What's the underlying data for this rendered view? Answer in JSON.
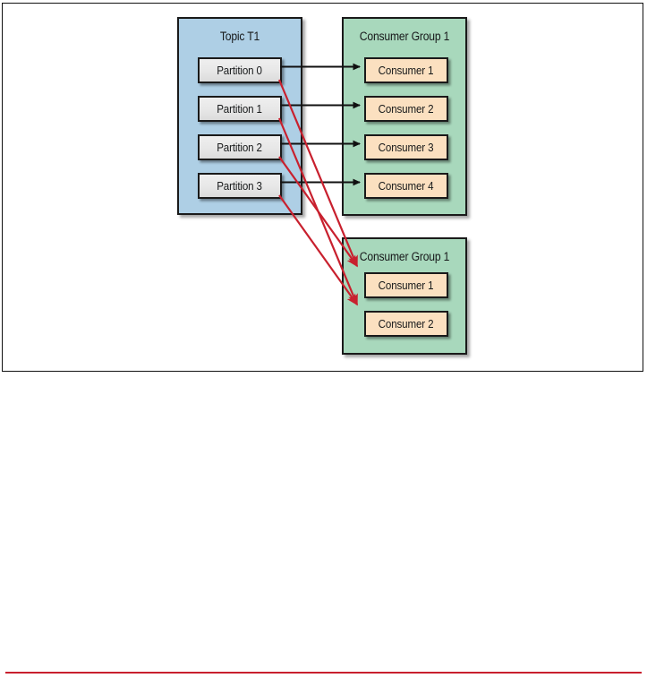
{
  "figure": {
    "colors": {
      "topic_fill": "#aecfe5",
      "group_fill": "#a8d8bc",
      "consumer_fill": "#fbe0c0",
      "partition_fill": "#e7e7e7",
      "box_stroke": "#1a1a1a",
      "black_arrow": "#111111",
      "red_arrow": "#c8202e",
      "bottom_rule": "#c8202e"
    },
    "topic": {
      "title": "Topic T1",
      "partitions": [
        {
          "label": "Partition 0"
        },
        {
          "label": "Partition 1"
        },
        {
          "label": "Partition 2"
        },
        {
          "label": "Partition 3"
        }
      ]
    },
    "consumer_groups": [
      {
        "title": "Consumer Group 1",
        "consumers": [
          {
            "label": "Consumer 1"
          },
          {
            "label": "Consumer 2"
          },
          {
            "label": "Consumer 3"
          },
          {
            "label": "Consumer 4"
          }
        ]
      },
      {
        "title": "Consumer Group 1",
        "consumers": [
          {
            "label": "Consumer 1"
          },
          {
            "label": "Consumer 2"
          }
        ]
      }
    ]
  }
}
